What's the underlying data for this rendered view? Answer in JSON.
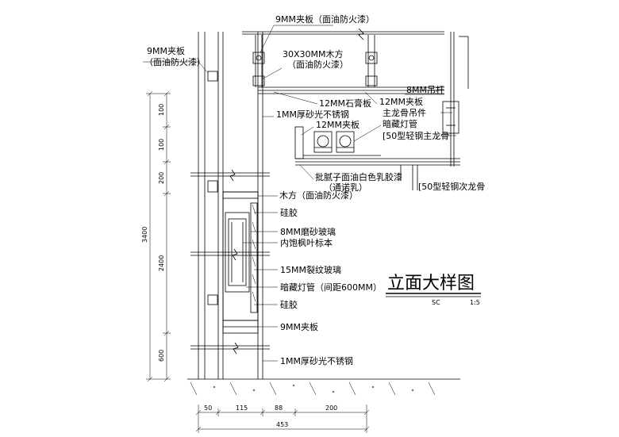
{
  "title": {
    "main": "立面大样图",
    "code": "SC",
    "scale": "1:5"
  },
  "callouts": [
    {
      "id": "c1",
      "text": "9MM夹板（面油防火漆）"
    },
    {
      "id": "c2a",
      "text": "9MM夹板"
    },
    {
      "id": "c2b",
      "text": "（面油防火漆）"
    },
    {
      "id": "c3a",
      "text": "30X30MM木方"
    },
    {
      "id": "c3b",
      "text": "（面油防火漆）"
    },
    {
      "id": "c4",
      "text": "8MM吊杆"
    },
    {
      "id": "c5",
      "text": "12MM石膏板"
    },
    {
      "id": "c6",
      "text": "12MM夹板"
    },
    {
      "id": "c7",
      "text": "主龙骨吊件"
    },
    {
      "id": "c8",
      "text": "1MM厚砂光不锈钢"
    },
    {
      "id": "c9",
      "text": "12MM夹板"
    },
    {
      "id": "c10",
      "text": "暗藏灯管"
    },
    {
      "id": "c11",
      "text": "[50型轻钢主龙骨"
    },
    {
      "id": "c12a",
      "text": "批腻子面油白色乳胶漆"
    },
    {
      "id": "c12b",
      "text": "（通诺乳）"
    },
    {
      "id": "c13",
      "text": "[50型轻钢次龙骨"
    },
    {
      "id": "c14",
      "text": "木方（面油防火漆）"
    },
    {
      "id": "c15",
      "text": "硅胶"
    },
    {
      "id": "c16",
      "text": "8MM磨砂玻璃"
    },
    {
      "id": "c17",
      "text": "内饱枫叶标本"
    },
    {
      "id": "c18",
      "text": "15MM裂纹玻璃"
    },
    {
      "id": "c19",
      "text": "暗藏灯管（间距600MM）"
    },
    {
      "id": "c20",
      "text": "硅胶"
    },
    {
      "id": "c21",
      "text": "9MM夹板"
    },
    {
      "id": "c22",
      "text": "1MM厚砂光不锈钢"
    }
  ],
  "dimensions": {
    "vertical": [
      "100",
      "100",
      "200",
      "2400",
      "600"
    ],
    "vertical_total": "3400",
    "horizontal": [
      "50",
      "115",
      "88",
      "200"
    ],
    "horizontal_total": "453"
  }
}
